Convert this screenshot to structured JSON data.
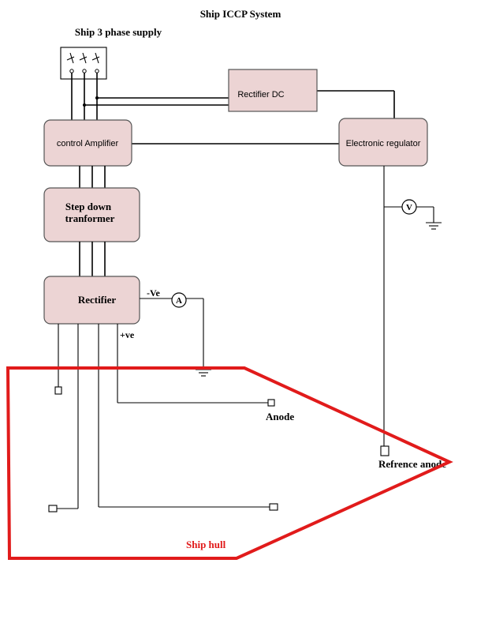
{
  "title": "Ship ICCP System",
  "supply_label": "Ship 3 phase supply",
  "blocks": {
    "rectifier_dc": "Rectifier DC",
    "control_amplifier": "control Amplifier",
    "electronic_regulator": "Electronic regulator",
    "step_down_line1": "Step down",
    "step_down_line2": "tranformer",
    "rectifier": "Rectifier"
  },
  "meters": {
    "ammeter": "A",
    "voltmeter": "V"
  },
  "polarity": {
    "negative": "-Ve",
    "positive": "+ve"
  },
  "labels": {
    "anode": "Anode",
    "reference_anode": "Refrence anode",
    "ship_hull": "Ship hull"
  },
  "colors": {
    "block_fill": "#ecd4d4",
    "hull_outline": "#e11b1b",
    "hull_label": "#e11b1b"
  }
}
